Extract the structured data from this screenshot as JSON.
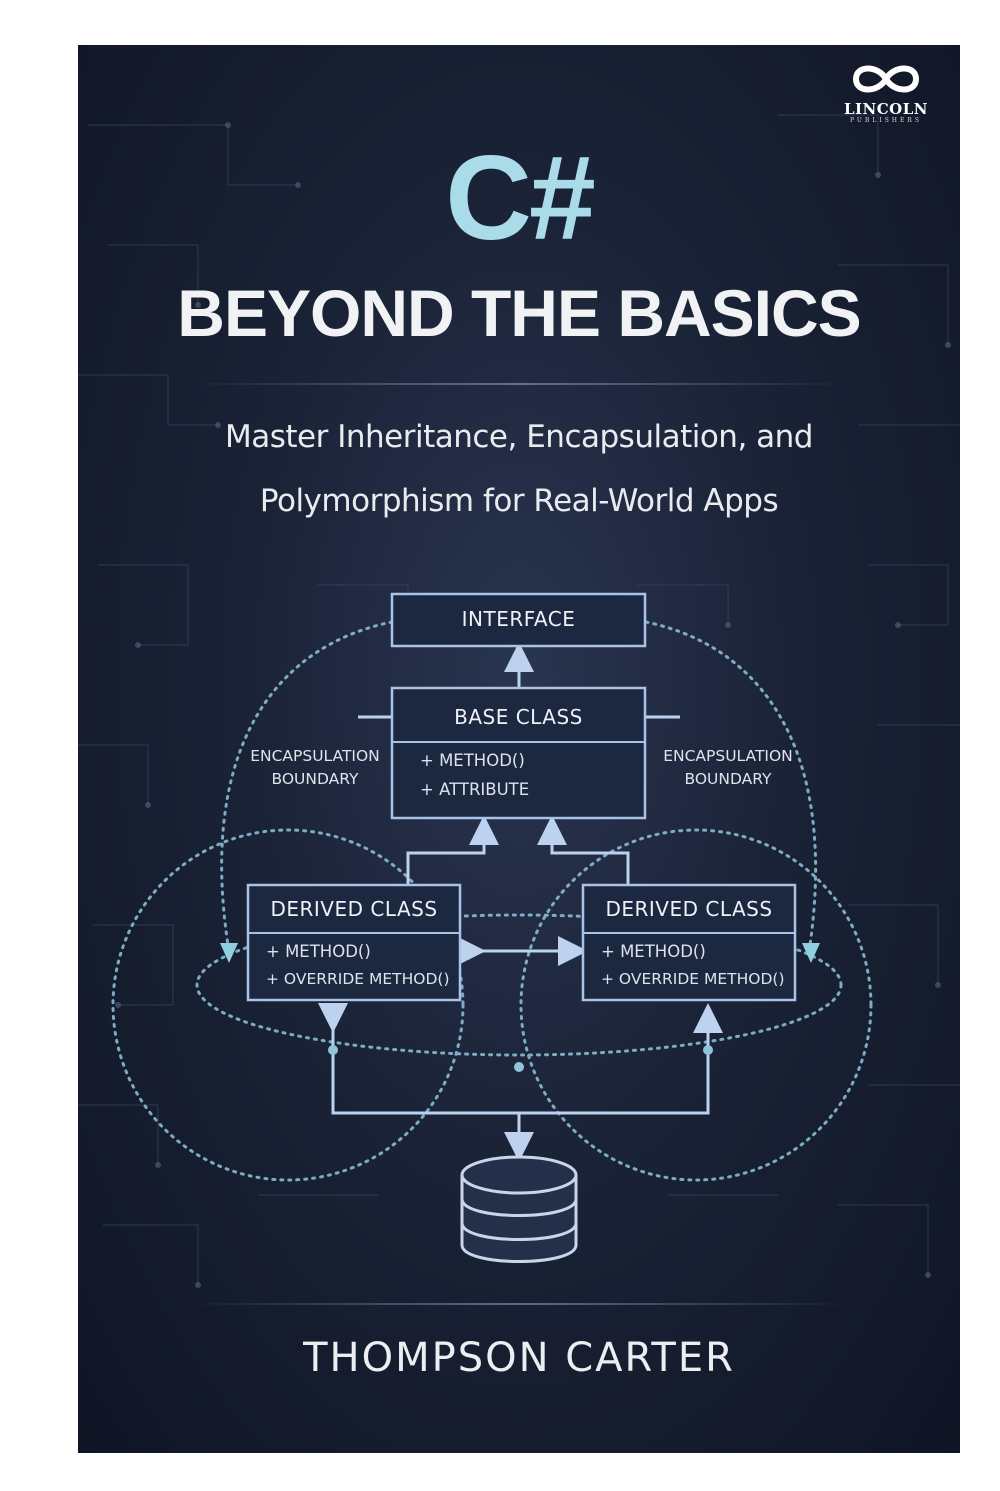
{
  "publisher": {
    "name": "LINCOLN",
    "sub": "PUBLISHERS"
  },
  "cover": {
    "language": "C#",
    "title": "BEYOND THE BASICS",
    "subtitle_line1": "Master Inheritance, Encapsulation, and",
    "subtitle_line2": "Polymorphism for Real-World Apps",
    "author": "THOMPSON CARTER"
  },
  "diagram": {
    "interface_label": "INTERFACE",
    "base_class": {
      "label": "BASE CLASS",
      "members": [
        "+ METHOD()",
        "+ ATTRIBUTE"
      ]
    },
    "derived_left": {
      "label": "DERIVED CLASS",
      "members": [
        "+ METHOD()",
        "+ OVERRIDE METHOD()"
      ]
    },
    "derived_right": {
      "label": "DERIVED CLASS",
      "members": [
        "+ METHOD()",
        "+ OVERRIDE METHOD()"
      ]
    },
    "encapsulation_left": [
      "ENCAPSULATION",
      "BOUNDARY"
    ],
    "encapsulation_right": [
      "ENCAPSULATION",
      "BOUNDARY"
    ]
  },
  "colors": {
    "background": "#1a2236",
    "language_title": "#a9dbe8",
    "text": "#f1f2f4",
    "box_border": "#a9c3e6",
    "dotted_line": "#8fc4dc"
  }
}
